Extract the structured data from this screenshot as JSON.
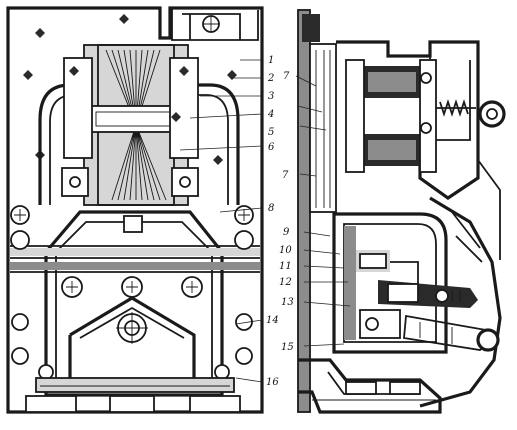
{
  "callouts": {
    "c1": "1",
    "c2": "2",
    "c3": "3",
    "c4": "4",
    "c5": "5",
    "c6": "6",
    "c7": "7",
    "c8": "8",
    "c9": "9",
    "c10": "10",
    "c11": "11",
    "c12": "12",
    "c13": "13",
    "c14": "14",
    "c15": "15",
    "c16": "16"
  },
  "colors": {
    "ink": "#1a1a1a",
    "paper": "#ffffff",
    "shade": "#8c8c8c"
  }
}
